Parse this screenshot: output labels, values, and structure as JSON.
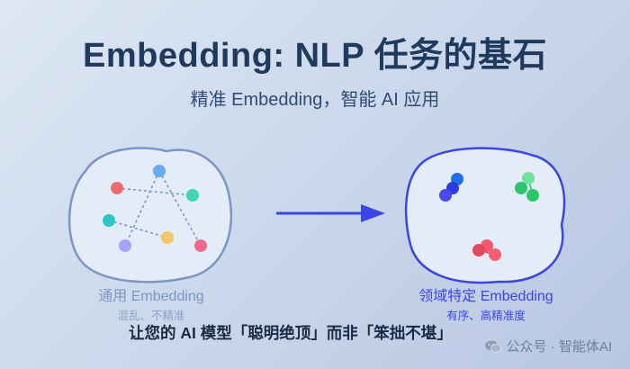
{
  "header": {
    "title": "Embedding: NLP 任务的基石",
    "subtitle": "精准 Embedding，智能 AI 应用"
  },
  "left_panel": {
    "label": "通用 Embedding",
    "sublabel": "混乱、不精准",
    "dot_colors": [
      "#6aaaf0",
      "#f06a6a",
      "#3fd6b4",
      "#2ec5c5",
      "#a7a2f5",
      "#f5c46a",
      "#f06a8f"
    ]
  },
  "right_panel": {
    "label": "领域特定 Embedding",
    "sublabel": "有序、高精准度",
    "cluster_colors": {
      "blue": [
        "#1f6fea",
        "#2b3ce0",
        "#4a4ae6"
      ],
      "green": [
        "#6ee39a",
        "#2dc46f",
        "#29c66a"
      ],
      "red": [
        "#f05a6a",
        "#e6475a",
        "#f06070"
      ]
    }
  },
  "arrow_color": "#3a45e6",
  "caption": "让您的 AI 模型「聪明绝顶」而非「笨拙不堪」",
  "watermark": {
    "icon": "wechat-icon",
    "text": "公众号 · 智能体AI"
  }
}
